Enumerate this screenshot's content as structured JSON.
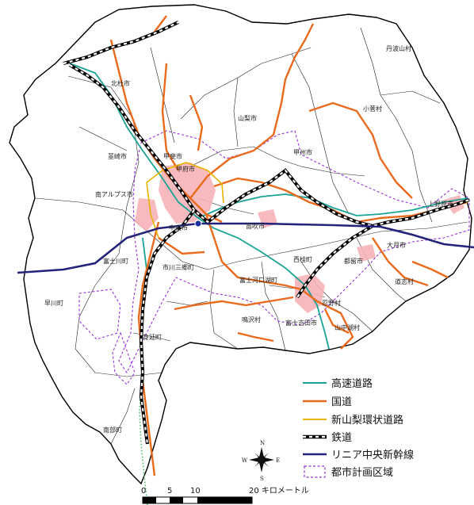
{
  "places": [
    {
      "id": "uenohara",
      "label": "上野原市"
    },
    {
      "id": "tabayama",
      "label": "丹波山村"
    },
    {
      "id": "kosuge",
      "label": "小菅村"
    },
    {
      "id": "koshu",
      "label": "甲州市"
    },
    {
      "id": "yamanashi",
      "label": "山梨市"
    },
    {
      "id": "kofu",
      "label": "甲府市"
    },
    {
      "id": "kai",
      "label": "甲斐市"
    },
    {
      "id": "hokuto",
      "label": "北杜市"
    },
    {
      "id": "nirasaki",
      "label": "韮崎市"
    },
    {
      "id": "minamialps",
      "label": "南アルプス市"
    },
    {
      "id": "chuo",
      "label": "中央市"
    },
    {
      "id": "ichikawamisato",
      "label": "市川三郷町"
    },
    {
      "id": "fujikawa",
      "label": "富士川町"
    },
    {
      "id": "hayakawa",
      "label": "早川町"
    },
    {
      "id": "minobu",
      "label": "身延町"
    },
    {
      "id": "nanbu",
      "label": "南部町"
    },
    {
      "id": "fuefuki",
      "label": "笛吹市"
    },
    {
      "id": "otsuki",
      "label": "大月市"
    },
    {
      "id": "tsuru",
      "label": "都留市"
    },
    {
      "id": "nishikatsura",
      "label": "西桂町"
    },
    {
      "id": "fujikawaguchiko",
      "label": "富士河口湖町"
    },
    {
      "id": "fujiyoshida",
      "label": "富士吉田市"
    },
    {
      "id": "oshino",
      "label": "忍野村"
    },
    {
      "id": "yamanakako",
      "label": "山中湖村"
    },
    {
      "id": "narusawa",
      "label": "鳴沢村"
    },
    {
      "id": "doshi",
      "label": "道志村"
    }
  ],
  "legend": [
    {
      "id": "expressway",
      "label": "高速道路",
      "color": "#1aa394"
    },
    {
      "id": "national_road",
      "label": "国道",
      "color": "#ea6a1b"
    },
    {
      "id": "ring_road",
      "label": "新山梨環状道路",
      "color": "#e8b400"
    },
    {
      "id": "railway",
      "label": "鉄道",
      "color": "#000000"
    },
    {
      "id": "linear",
      "label": "リニア中央新幹線",
      "color": "#23237c"
    },
    {
      "id": "city_planning",
      "label": "都市計画区域",
      "color": "#9b30d9"
    }
  ],
  "compass": {
    "n": "N",
    "e": "E",
    "s": "S",
    "w": "W"
  },
  "scale": {
    "ticks": [
      "0",
      "5",
      "10",
      "20 キロメートル"
    ]
  }
}
